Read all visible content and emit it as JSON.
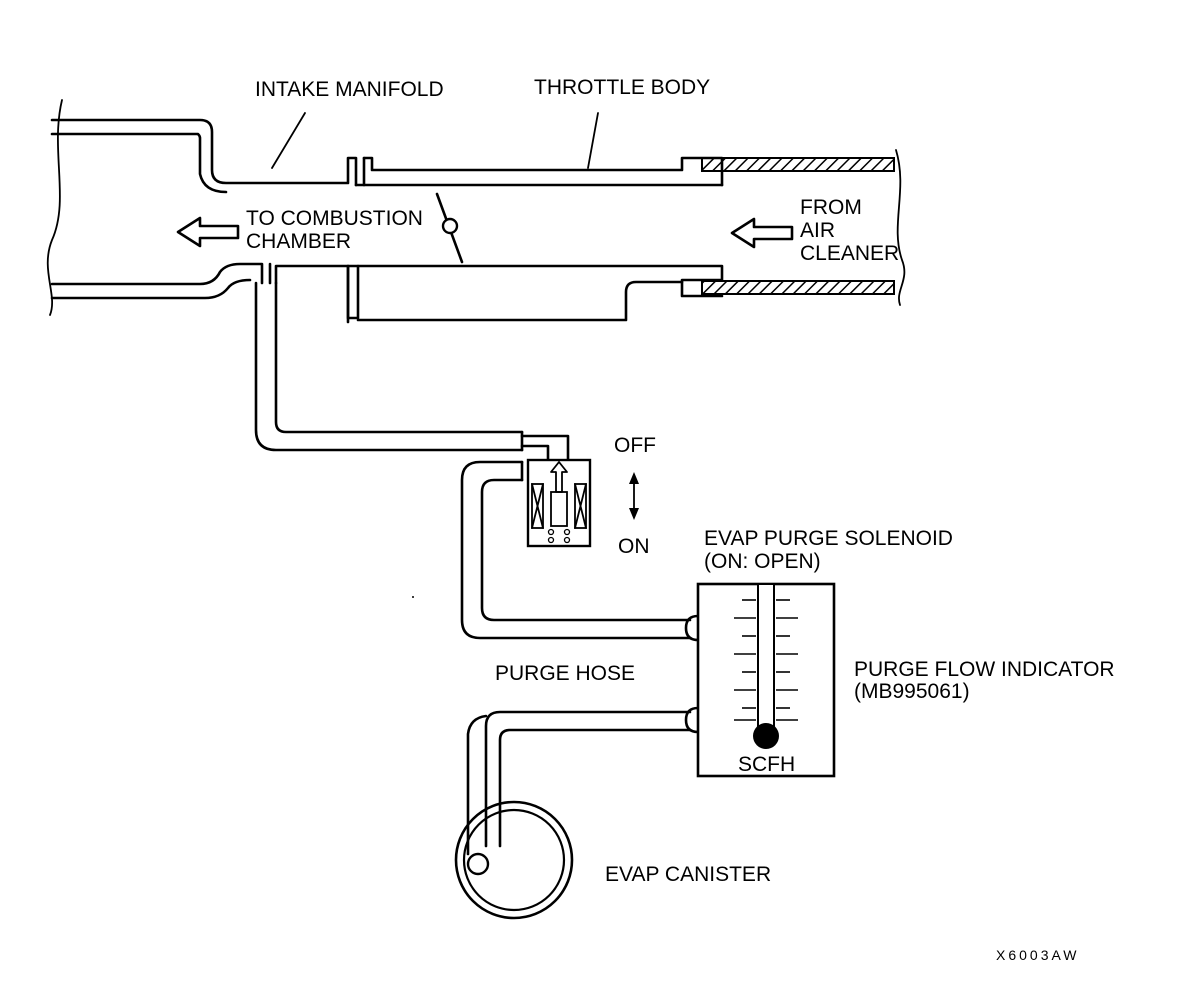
{
  "labels": {
    "intake_manifold": "INTAKE MANIFOLD",
    "throttle_body": "THROTTLE BODY",
    "to_combustion_1": "TO COMBUSTION",
    "to_combustion_2": "CHAMBER",
    "from_air_1": "FROM",
    "from_air_2": "AIR",
    "from_air_3": "CLEANER",
    "off": "OFF",
    "on": "ON",
    "solenoid_1": "EVAP PURGE SOLENOID",
    "solenoid_2": "(ON: OPEN)",
    "purge_hose": "PURGE HOSE",
    "indicator_1": "PURGE FLOW INDICATOR",
    "indicator_2": "(MB995061)",
    "scfh": "SCFH",
    "canister": "EVAP CANISTER",
    "figure_code": "X6003AW"
  },
  "colors": {
    "ink": "#000000",
    "paper": "#ffffff"
  }
}
